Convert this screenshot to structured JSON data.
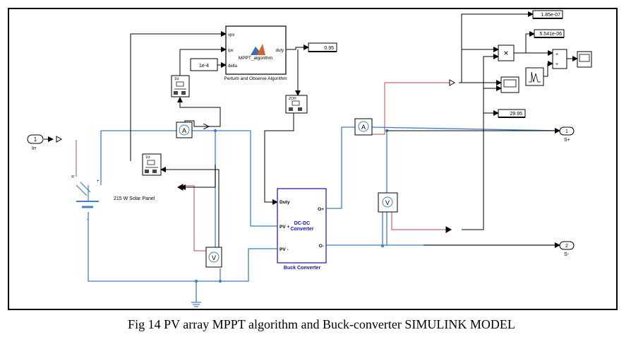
{
  "caption": "Fig 14 PV array MPPT algorithm and Buck-converter SIMULINK MODEL",
  "inports": [
    {
      "number": "1",
      "label": "Irr"
    }
  ],
  "outports": [
    {
      "number": "1",
      "label": "S+"
    },
    {
      "number": "2",
      "label": "S-"
    }
  ],
  "solar_panel": {
    "label": "215 W Solar Panel",
    "port_ir": "Ir",
    "port_plus": "+",
    "port_minus": "-"
  },
  "mppt_block": {
    "title": "MPPT_algorithm",
    "caption": "Perturb and Observe Algorithm",
    "inputs": [
      "vpv",
      "ipv",
      "delta"
    ],
    "output": "duty"
  },
  "constant_delta": "1e-4",
  "displays": {
    "duty": "0.95",
    "d1": "1.85e-07",
    "d2": "5.541e-06",
    "d3": "29.95"
  },
  "converter": {
    "label": "DC-DC\nConverter",
    "label_line1": "DC-DC",
    "label_line2": "Converter",
    "caption": "Buck Converter",
    "ports": {
      "duty": "Duty",
      "pv_plus": "PV +",
      "pv_minus": "PV -",
      "o_plus": "O+",
      "o_minus": "O-"
    }
  },
  "delay_label": "1/z",
  "zoh_label": "ZOH",
  "ammeter_symbol": "A",
  "voltmeter_symbol": "V",
  "product_symbol": "×",
  "sum_signs": [
    "+",
    "+"
  ],
  "colors": {
    "wire_blue": "#3f7fc9",
    "signal_black": "#000000",
    "signal_red": "#b04a4a",
    "block_border": "#000000",
    "converter_text": "#1010c0"
  }
}
